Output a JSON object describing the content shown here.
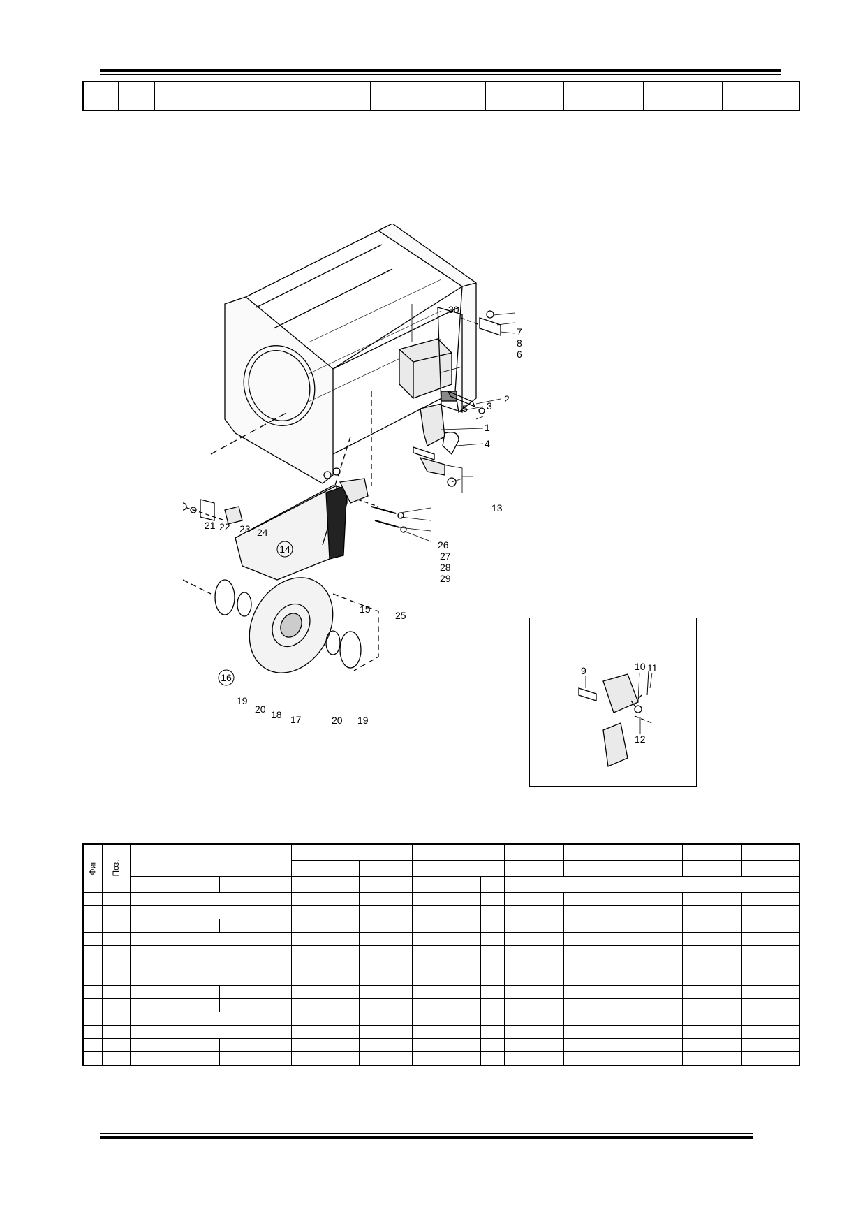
{
  "parts_table": {
    "header_figure": "Фиг",
    "header_position": "Поз."
  },
  "callouts": {
    "main": [
      "1",
      "2",
      "3",
      "4",
      "5",
      "6",
      "7",
      "8",
      "13",
      "15",
      "17",
      "18",
      "19",
      "20",
      "21",
      "22",
      "23",
      "24",
      "25",
      "26",
      "27",
      "28",
      "29",
      "30"
    ],
    "circled": [
      "14",
      "16"
    ],
    "detail": [
      "9",
      "10",
      "11",
      "12"
    ]
  }
}
